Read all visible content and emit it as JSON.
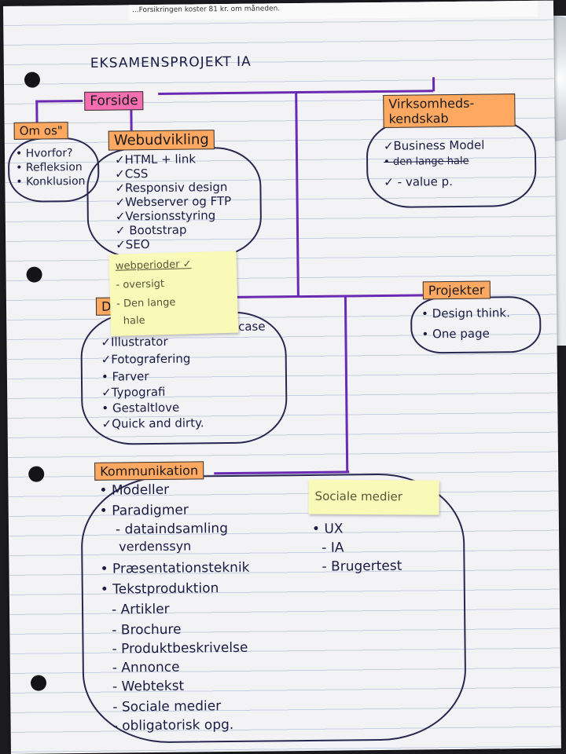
{
  "header_note": "...Forsikringen koster 81 kr. om måneden.",
  "title": "EKSAMENSPROJEKT IA",
  "root": {
    "label": "Forside"
  },
  "om_os": {
    "label": "Om os\"",
    "items": [
      "• Hvorfor?",
      "• Refleksion",
      "• Konklusion"
    ]
  },
  "webudvikling": {
    "label": "Webudvikling",
    "items": [
      "✓HTML + link",
      "✓CSS",
      "✓Responsiv design",
      "✓Webserver og FTP",
      "✓Versionsstyring",
      "✓ Bootstrap",
      "✓SEO"
    ]
  },
  "virksomhed": {
    "label": "Virksomheds-kendskab",
    "items": [
      "✓Business Model",
      "• den lange hale",
      "✓ - value p."
    ]
  },
  "projekter": {
    "label": "Projekter",
    "items": [
      "• Design think.",
      "• One page"
    ]
  },
  "design": {
    "label": "D",
    "items": [
      "showcase",
      "✓Illustrator",
      "✓Fotografering",
      "• Farver",
      "✓Typografi",
      "• Gestaltlove",
      "✓Quick and dirty."
    ]
  },
  "sticky_webperioder": {
    "items": [
      "webperioder ✓",
      "- oversigt",
      "- Den lange",
      "hale"
    ]
  },
  "kommunikation": {
    "label": "Kommunikation",
    "left_items": [
      "• Modeller",
      "• Paradigmer",
      "- dataindsamling",
      "verdenssyn",
      "• Præsentationsteknik",
      "• Tekstproduktion",
      "- Artikler",
      "- Brochure",
      "- Produktbeskrivelse",
      "- Annonce",
      "- Webtekst",
      "- Sociale medier",
      "- obligatorisk opg."
    ],
    "right_items": [
      "• UX",
      "- IA",
      "- Brugertest"
    ]
  },
  "sticky_sociale": {
    "label": "Sociale medier"
  },
  "colors": {
    "orange_box": "#ffa861",
    "pink_box": "#f56fb0",
    "ink": "#1c1a44",
    "purple_line": "#6a2bb2",
    "sticky": "#fafab8"
  }
}
